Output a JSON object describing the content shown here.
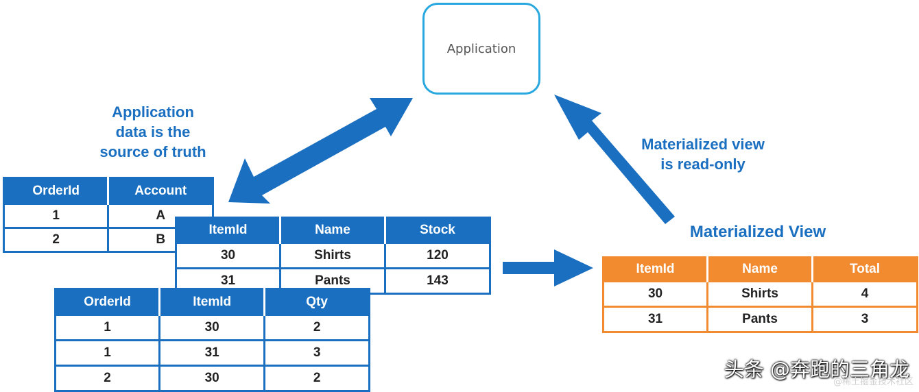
{
  "application_label": "Application",
  "captions": {
    "source_of_truth": [
      "Application",
      "data is the",
      "source of truth"
    ],
    "read_only": [
      "Materialized view",
      "is read-only"
    ],
    "mv_title": "Materialized View"
  },
  "orders_table": {
    "headers": [
      "OrderId",
      "Account"
    ],
    "rows": [
      [
        "1",
        "A"
      ],
      [
        "2",
        "B"
      ]
    ]
  },
  "items_table": {
    "headers": [
      "ItemId",
      "Name",
      "Stock"
    ],
    "rows": [
      [
        "30",
        "Shirts",
        "120"
      ],
      [
        "31",
        "Pants",
        "143"
      ]
    ]
  },
  "order_items_table": {
    "headers": [
      "OrderId",
      "ItemId",
      "Qty"
    ],
    "rows": [
      [
        "1",
        "30",
        "2"
      ],
      [
        "1",
        "31",
        "3"
      ],
      [
        "2",
        "30",
        "2"
      ]
    ]
  },
  "materialized_view_table": {
    "headers": [
      "ItemId",
      "Name",
      "Total"
    ],
    "rows": [
      [
        "30",
        "Shirts",
        "4"
      ],
      [
        "31",
        "Pants",
        "3"
      ]
    ]
  },
  "watermark": {
    "main": "头条 @奔跑的三角龙",
    "sub": "@稀土掘金技术社区"
  },
  "colors": {
    "blue": "#1a6fc0",
    "orange": "#f28a30",
    "app_border": "#29a8e0"
  }
}
